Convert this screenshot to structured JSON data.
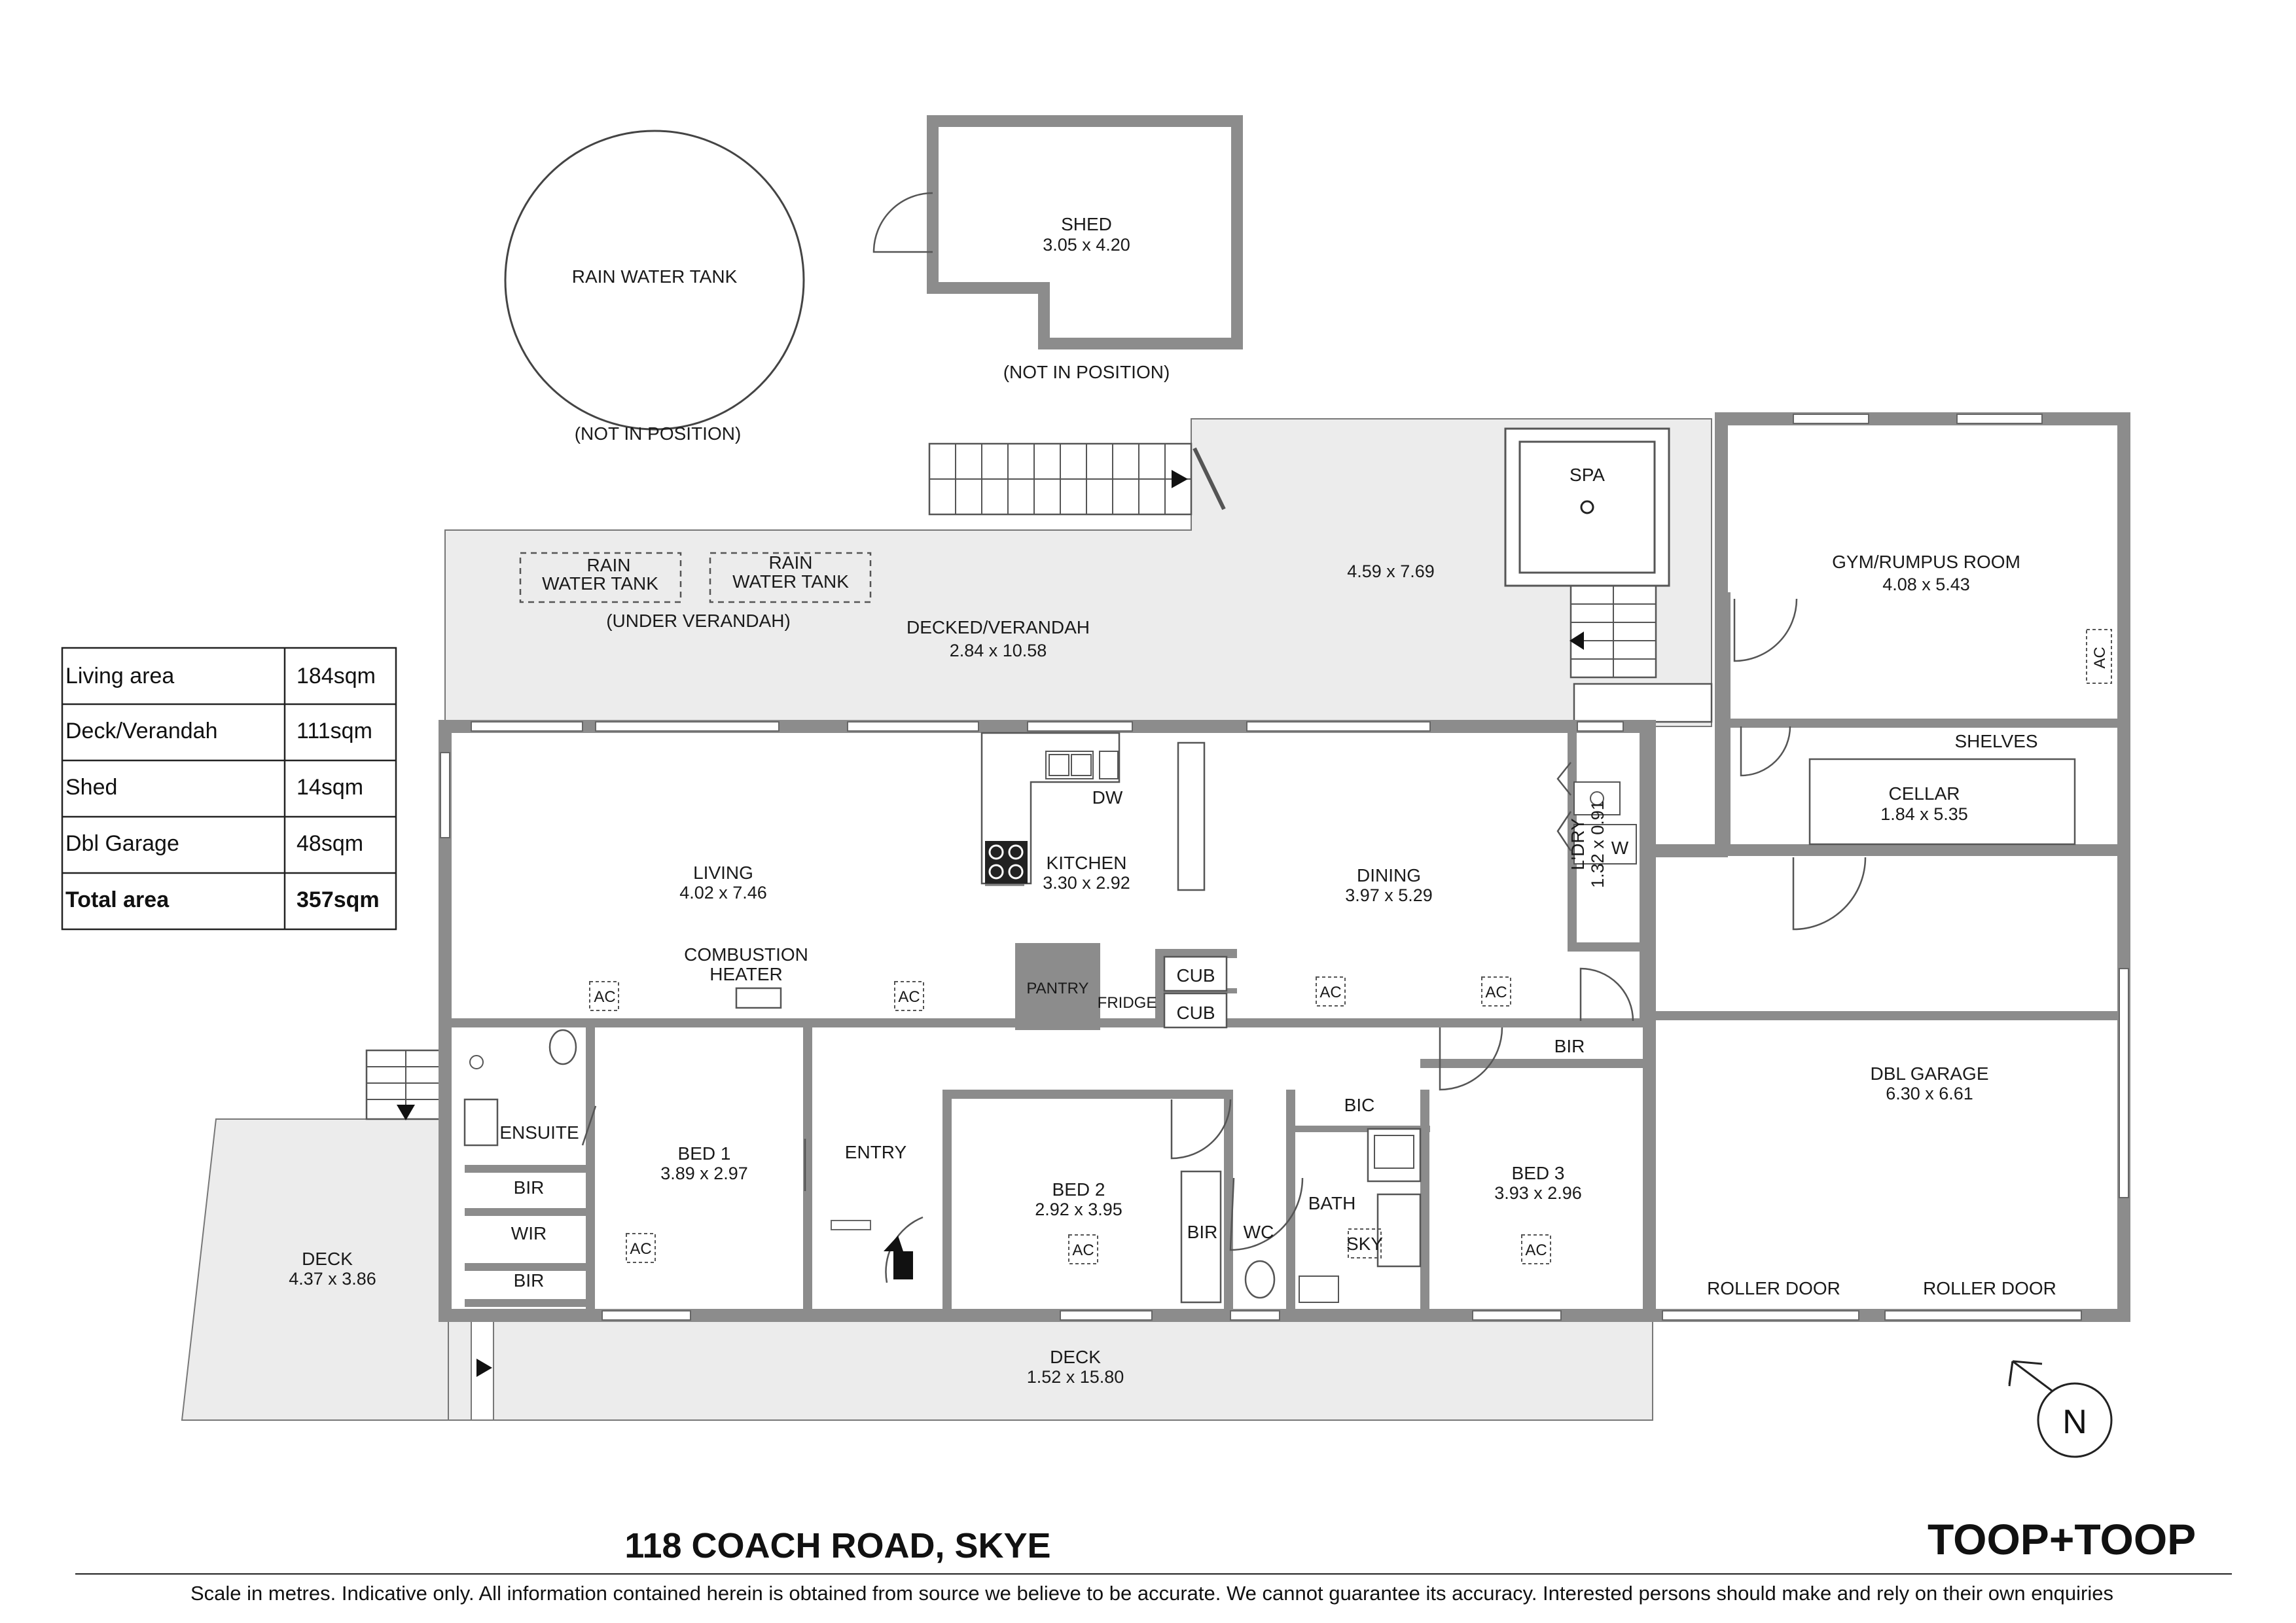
{
  "title": "118 COACH ROAD, SKYE",
  "brand": "TOOP+TOOP",
  "disclaimer": "Scale in metres. Indicative only. All information contained herein is obtained from source we believe to be accurate. We cannot guarantee its accuracy. Interested persons should make and rely on their own enquiries",
  "north": "N",
  "area_table": [
    {
      "label": "Living area",
      "value": "184sqm"
    },
    {
      "label": "Deck/Verandah",
      "value": "111sqm"
    },
    {
      "label": "Shed",
      "value": "14sqm"
    },
    {
      "label": "Dbl Garage",
      "value": "48sqm"
    },
    {
      "label": "Total area",
      "value": "357sqm"
    }
  ],
  "outbuildings": {
    "rain_tank": "RAIN WATER TANK",
    "rain_tank_note": "(NOT IN POSITION)",
    "shed": "SHED",
    "shed_dim": "3.05 x 4.20",
    "shed_note": "(NOT IN POSITION)"
  },
  "rooms": {
    "verandah": "DECKED/VERANDAH",
    "verandah_dim": "2.84 x 10.58",
    "verandah2_dim": "4.59 x 7.69",
    "under_tank_1a": "RAIN",
    "under_tank_1b": "WATER TANK",
    "under_tank_2a": "RAIN",
    "under_tank_2b": "WATER TANK",
    "under_note": "(UNDER VERANDAH)",
    "spa": "SPA",
    "gym": "GYM/RUMPUS ROOM",
    "gym_dim": "4.08 x 5.43",
    "shelves": "SHELVES",
    "cellar": "CELLAR",
    "cellar_dim": "1.84 x 5.35",
    "living": "LIVING",
    "living_dim": "4.02 x 7.46",
    "kitchen": "KITCHEN",
    "kitchen_dim": "3.30 x 2.92",
    "dw": "DW",
    "dining": "DINING",
    "dining_dim": "3.97 x 5.29",
    "ldry": "L'DRY",
    "ldry_dim": "1.32 x 0.91",
    "w": "W",
    "combustion_1": "COMBUSTION",
    "combustion_2": "HEATER",
    "pantry": "PANTRY",
    "fridge": "FRIDGE",
    "cub_1": "CUB",
    "cub_2": "CUB",
    "garage": "DBL GARAGE",
    "garage_dim": "6.30 x 6.61",
    "roller_1": "ROLLER DOOR",
    "roller_2": "ROLLER DOOR",
    "bir_top": "BIR",
    "ensuite": "ENSUITE",
    "bed1": "BED 1",
    "bed1_dim": "3.89 x 2.97",
    "bir_1": "BIR",
    "wir": "WIR",
    "bir_2": "BIR",
    "entry": "ENTRY",
    "bed2": "BED 2",
    "bed2_dim": "2.92 x 3.95",
    "bir_bed2": "BIR",
    "wc": "WC",
    "bic": "BIC",
    "bath": "BATH",
    "sky": "SKY",
    "bed3": "BED 3",
    "bed3_dim": "3.93 x 2.96",
    "deck_left": "DECK",
    "deck_left_dim": "4.37 x 3.86",
    "deck_front": "DECK",
    "deck_front_dim": "1.52 x 15.80",
    "ac": "AC"
  }
}
